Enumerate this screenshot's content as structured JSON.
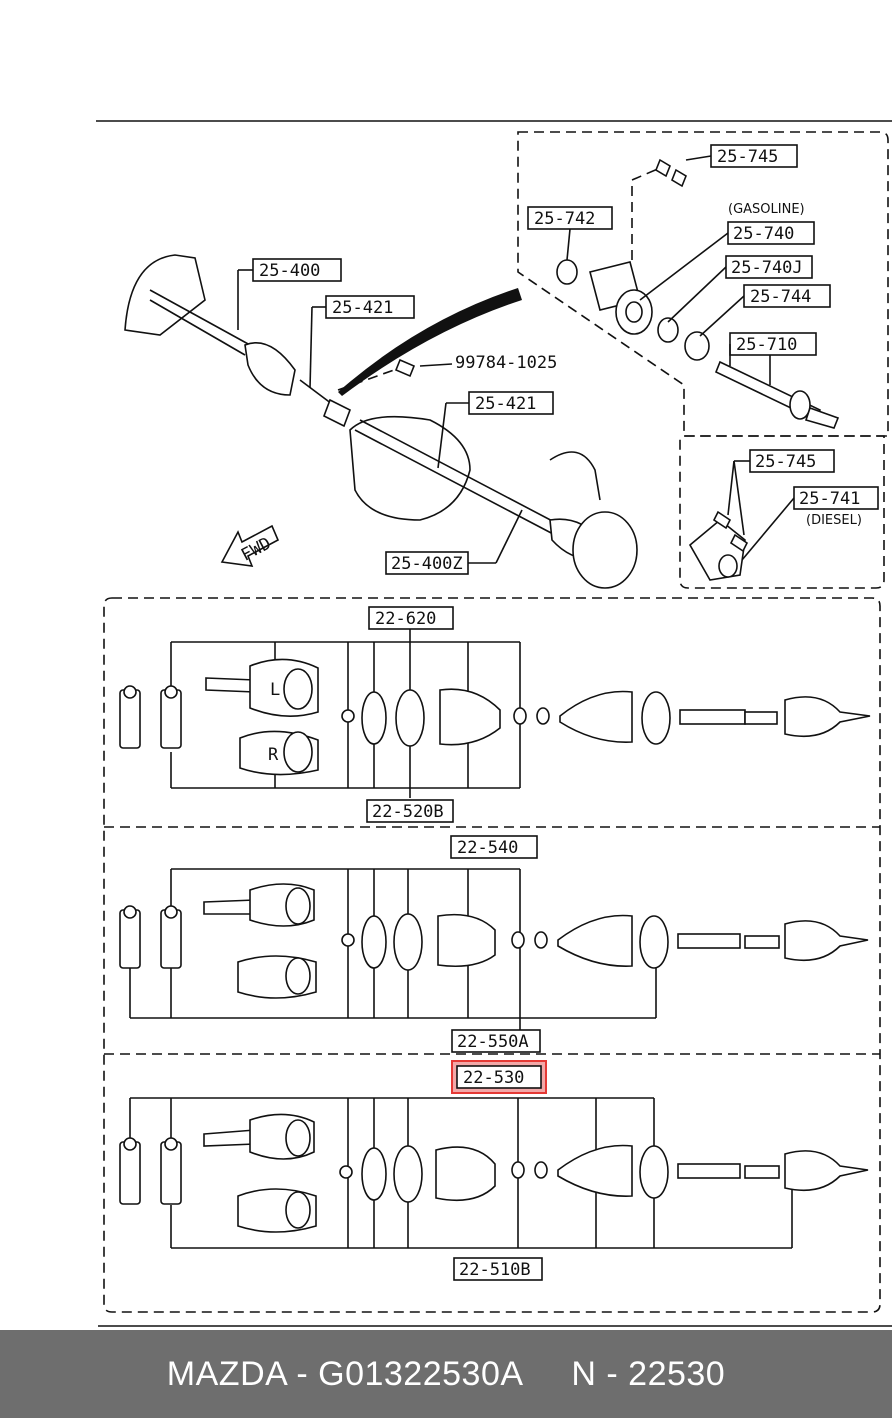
{
  "labels": {
    "top_25_745": "25-745",
    "top_25_742": "25-742",
    "gasoline": "(GASOLINE)",
    "top_25_740": "25-740",
    "top_25_740J": "25-740J",
    "top_25_744": "25-744",
    "top_25_710": "25-710",
    "top_25_400": "25-400",
    "top_25_421a": "25-421",
    "bolt_99784": "99784-1025",
    "top_25_421b": "25-421",
    "fwd": "FWD",
    "top_25_400Z": "25-400Z",
    "mid_25_745": "25-745",
    "mid_25_741": "25-741",
    "diesel": "(DIESEL)",
    "p1_22_620": "22-620",
    "p1_L": "L",
    "p1_R": "R",
    "p1_22_520B": "22-520B",
    "p2_22_540": "22-540",
    "p2_22_550A": "22-550A",
    "p3_22_530": "22-530",
    "p3_22_510B": "22-510B"
  },
  "highlight": {
    "label": "22-530",
    "color": "#e53935"
  },
  "footer": {
    "text": "MAZDA - G01322530A     N - 22530",
    "background": "#6e6e6e"
  }
}
